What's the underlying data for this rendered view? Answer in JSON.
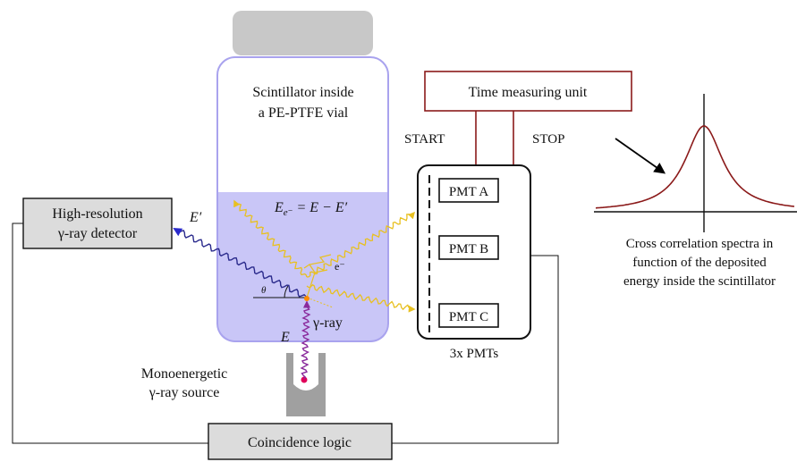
{
  "scintillator": {
    "label_line1": "Scintillator inside",
    "label_line2": "a PE-PTFE vial",
    "liquid_color": "#c9c6f7",
    "vial_border_color": "#a9a3ee",
    "cap_color": "#c8c8c8"
  },
  "energy_equation": {
    "lhs": "E",
    "lhs_sub": "e⁻",
    "rhs": " = E − E′"
  },
  "time_unit": {
    "label": "Time measuring unit",
    "color": "#8b1a1a"
  },
  "signals": {
    "start": "START",
    "stop": "STOP"
  },
  "pmts": {
    "items": [
      "PMT A",
      "PMT B",
      "PMT C"
    ],
    "caption": "3x PMTs"
  },
  "detector": {
    "line1": "High-resolution",
    "line2": "γ-ray detector",
    "fill": "#dcdcdc"
  },
  "source": {
    "line1": "Monoenergetic",
    "line2": "γ-ray source",
    "holder_color": "#a0a0a0"
  },
  "coincidence": {
    "label": "Coincidence logic"
  },
  "physics_labels": {
    "scattered_energy": "E′",
    "incident_energy": "E",
    "gamma_ray": "γ-ray",
    "electron": "e⁻",
    "theta": "θ"
  },
  "colors": {
    "incident_wave": "#7a2a8c",
    "scattered_wave": "#2a2a8c",
    "scint_light": "#e8c020",
    "curve": "#8b1a1a"
  },
  "spectrum": {
    "caption_line1": "Cross correlation spectra in",
    "caption_line2": "function of the deposited",
    "caption_line3": "energy inside the scintillator"
  }
}
